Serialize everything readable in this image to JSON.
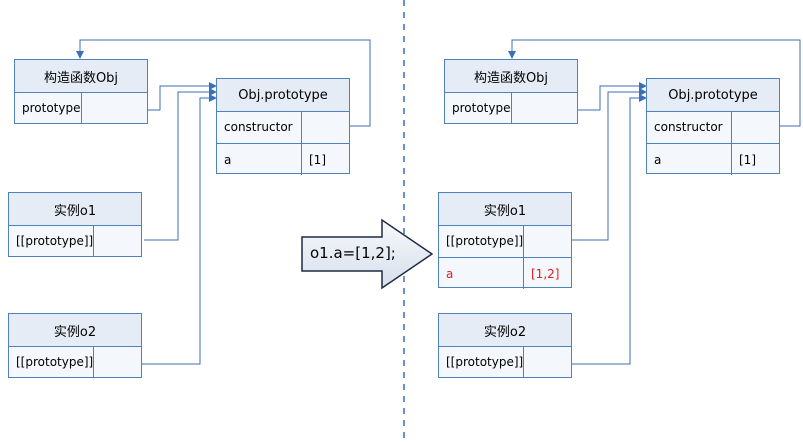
{
  "left": {
    "constructor_box": {
      "title": "构造函数Obj",
      "row_label": "prototype"
    },
    "proto_box": {
      "title": "Obj.prototype",
      "constructor_label": "constructor",
      "a_label": "a",
      "a_value": "[1]"
    },
    "o1_box": {
      "title": "实例o1",
      "row_label": "[[prototype]]"
    },
    "o2_box": {
      "title": "实例o2",
      "row_label": "[[prototype]]"
    }
  },
  "right": {
    "constructor_box": {
      "title": "构造函数Obj",
      "row_label": "prototype"
    },
    "proto_box": {
      "title": "Obj.prototype",
      "constructor_label": "constructor",
      "a_label": "a",
      "a_value": "[1]"
    },
    "o1_box": {
      "title": "实例o1",
      "row_label": "[[prototype]]",
      "a_label": "a",
      "a_value": "[1,2]"
    },
    "o2_box": {
      "title": "实例o2",
      "row_label": "[[prototype]]"
    }
  },
  "transition_arrow": {
    "label": "o1.a=[1,2];"
  },
  "colors": {
    "border": "#4f81bd",
    "header": "#e6ecf5",
    "line": "#3b6fb6",
    "own_property": "#e02020",
    "divider": "#3b6fb6"
  }
}
